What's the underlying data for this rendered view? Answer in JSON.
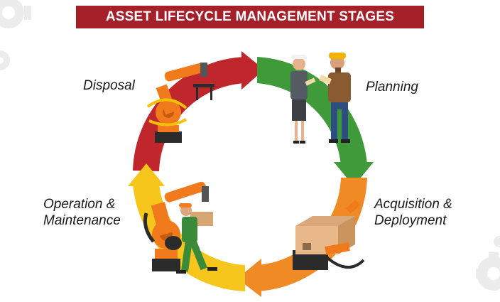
{
  "title": "ASSET LIFECYCLE MANAGEMENT STAGES",
  "stages": {
    "disposal": "Disposal",
    "planning": "Planning",
    "acquisition_line1": "Acquisition &",
    "acquisition_line2": "Deployment",
    "operation_line1": "Operation &",
    "operation_line2": "Maintenance"
  },
  "colors": {
    "title_bg": "#a6202a",
    "disposal_arc": "#c0272d",
    "planning_arc": "#3f9a3a",
    "acquisition_arc": "#f08a24",
    "operation_arc": "#f6c61c",
    "robot": "#f07a1c"
  },
  "icons": [
    "gear-icon",
    "robot-arm-icon",
    "business-people-icon",
    "cardboard-box-icon",
    "worker-icon"
  ]
}
